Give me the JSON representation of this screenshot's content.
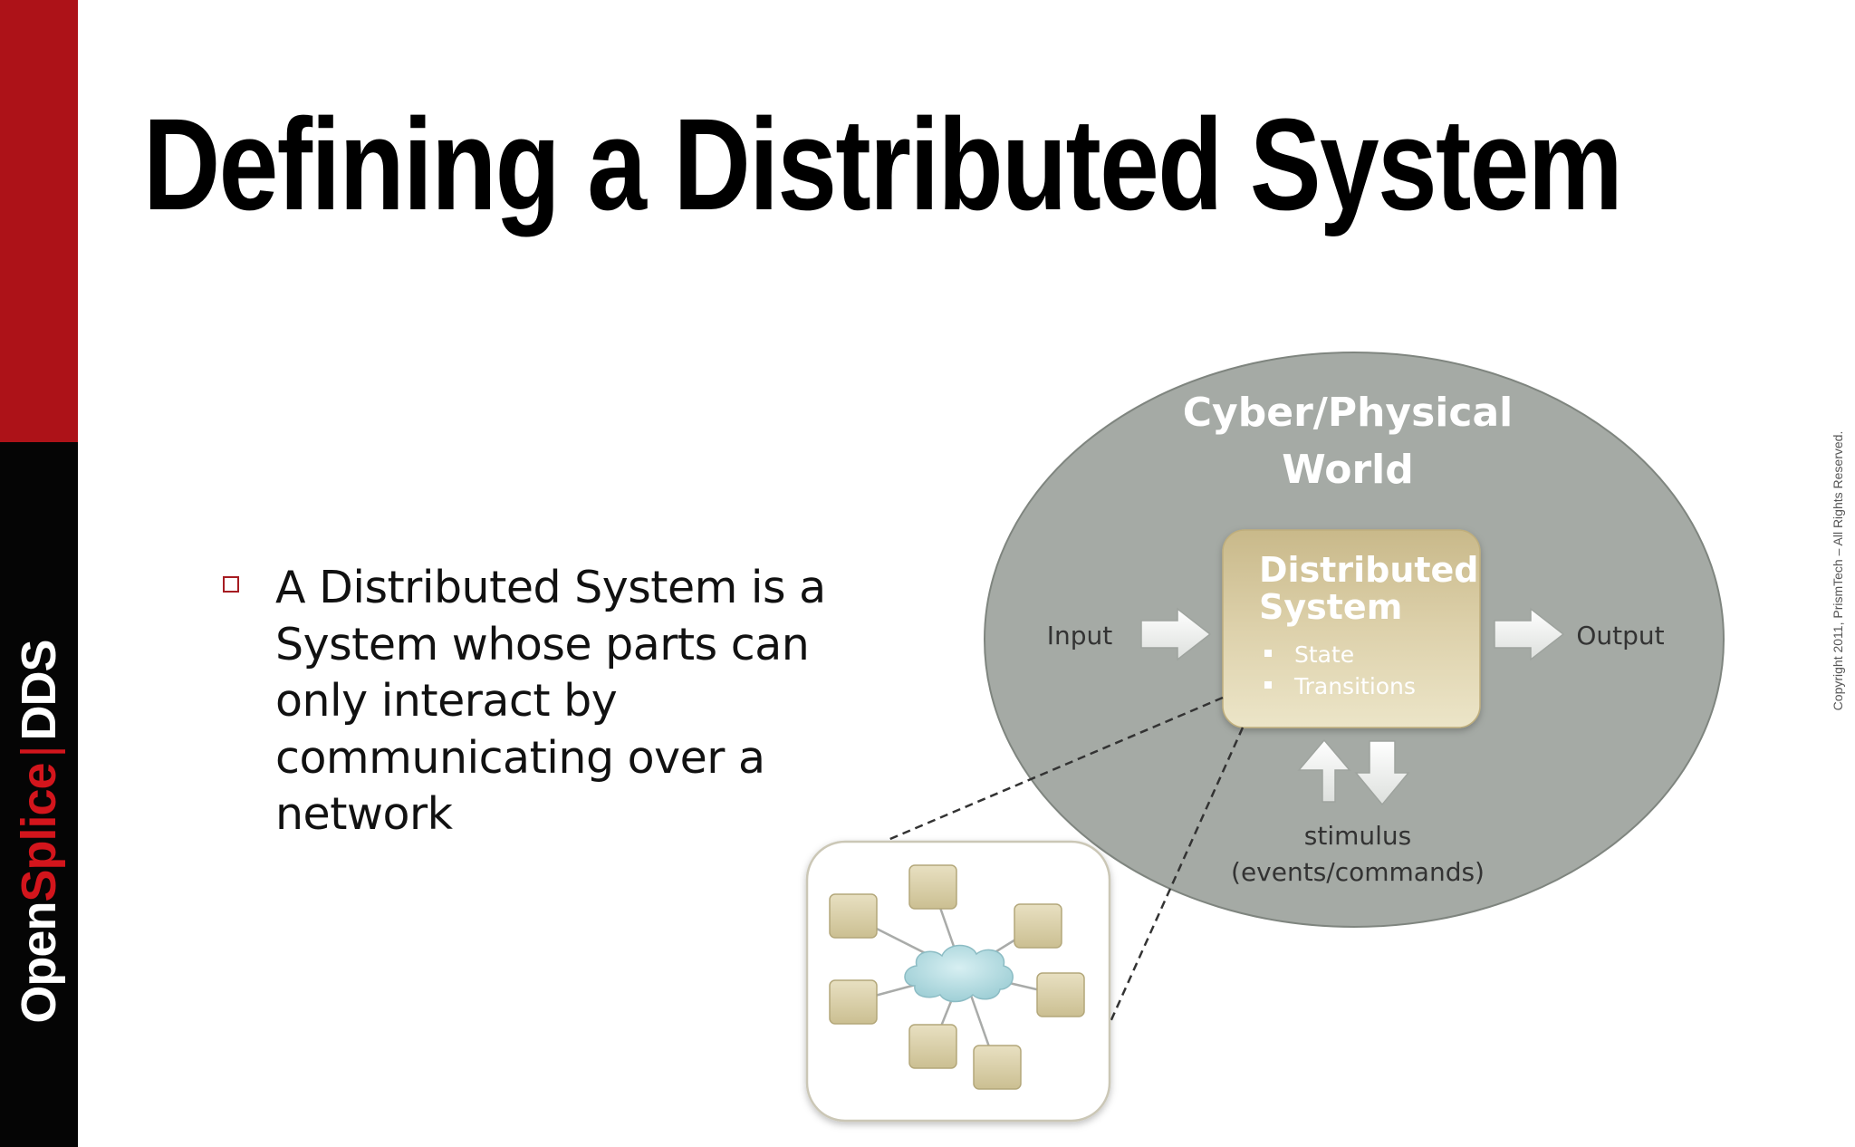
{
  "slide": {
    "title": "Defining a Distributed System",
    "bullet": "A Distributed System is a System whose parts can only interact by communicating over a network",
    "copyright": "Copyright 2011, PrismTech – All Rights Reserved."
  },
  "brand": {
    "open": "Open",
    "splice": "Splice",
    "sep": "|",
    "dds": "DDS"
  },
  "diagram": {
    "world_line1": "Cyber/Physical",
    "world_line2": "World",
    "system_line1": "Distributed",
    "system_line2": "System",
    "items": [
      "State",
      "Transitions"
    ],
    "input_label": "Input",
    "output_label": "Output",
    "stimulus_line1": "stimulus",
    "stimulus_line2": "(events/commands)"
  },
  "colors": {
    "sidebar_red": "#ad1218",
    "sidebar_black": "#050505",
    "world_fill": "#a5aaa5",
    "system_fill": "#d9cda5",
    "node_fill": "#d6cba1",
    "cloud_fill": "#a9d6dc"
  }
}
